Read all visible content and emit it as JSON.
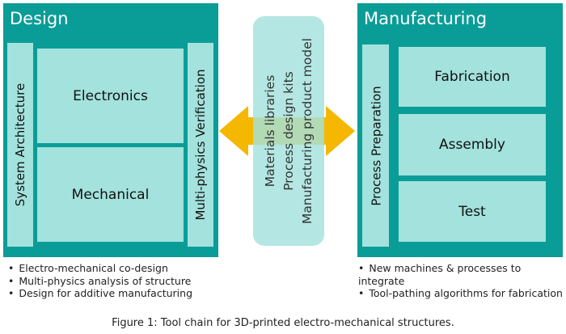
{
  "colors": {
    "panel": "#0a9d97",
    "box": "#a3e2dd",
    "arrow": "#f5b700",
    "arrow_overlap": "#a9b22a"
  },
  "design": {
    "title": "Design",
    "system_architecture": "System Architecture",
    "electronics": "Electronics",
    "mechanical": "Mechanical",
    "verification": "Multi-physics Verification",
    "bullets": [
      "Electro-mechanical co-design",
      "Multi-physics analysis of structure",
      "Design for additive manufacturing"
    ]
  },
  "center": {
    "lines": [
      "Materials libraries",
      "Process design kits",
      "Manufacturing product model"
    ],
    "arrow_icon": "double-headed-arrow-icon"
  },
  "manufacturing": {
    "title": "Manufacturing",
    "process_preparation": "Process Preparation",
    "fabrication": "Fabrication",
    "assembly": "Assembly",
    "test": "Test",
    "bullets": [
      "New machines & processes to integrate",
      "Tool-pathing algorithms for fabrication"
    ]
  },
  "caption": "Figure 1: Tool chain for 3D-printed electro-mechanical structures."
}
